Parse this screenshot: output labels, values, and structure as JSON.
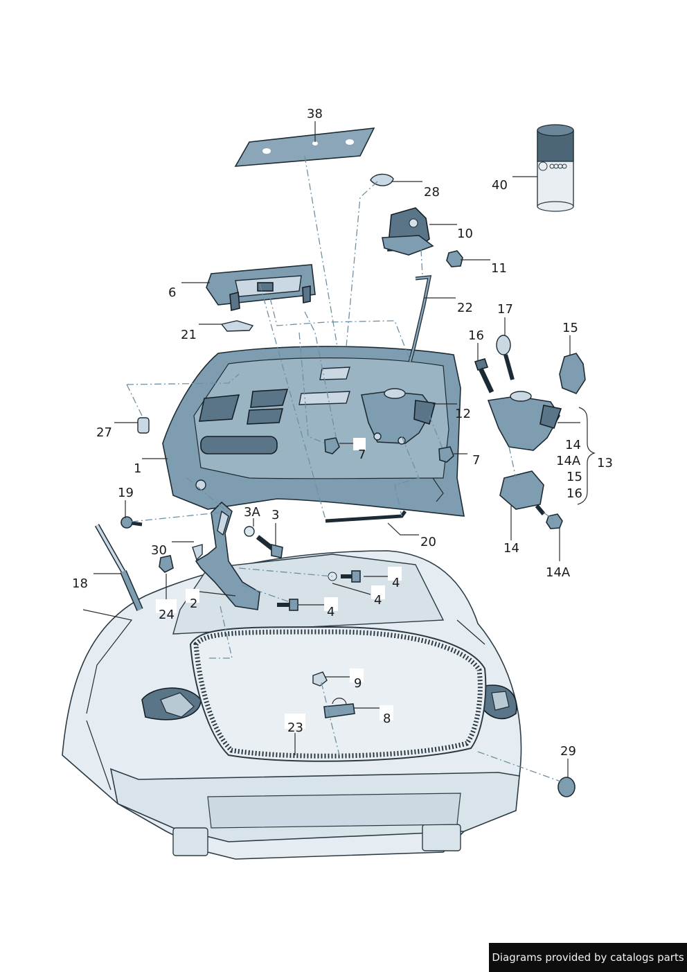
{
  "credit": "Diagrams provided by catalogs parts",
  "callouts": [
    {
      "id": "38",
      "label": "38"
    },
    {
      "id": "28",
      "label": "28"
    },
    {
      "id": "40",
      "label": "40"
    },
    {
      "id": "10",
      "label": "10"
    },
    {
      "id": "11",
      "label": "11"
    },
    {
      "id": "6",
      "label": "6"
    },
    {
      "id": "22",
      "label": "22"
    },
    {
      "id": "21",
      "label": "21"
    },
    {
      "id": "17",
      "label": "17"
    },
    {
      "id": "15",
      "label": "15"
    },
    {
      "id": "16a",
      "label": "16"
    },
    {
      "id": "12",
      "label": "12"
    },
    {
      "id": "27",
      "label": "27"
    },
    {
      "id": "7a",
      "label": "7"
    },
    {
      "id": "7b",
      "label": "7"
    },
    {
      "id": "14a",
      "label": "14"
    },
    {
      "id": "14Aa",
      "label": "14A"
    },
    {
      "id": "15b",
      "label": "15"
    },
    {
      "id": "16b",
      "label": "16"
    },
    {
      "id": "13",
      "label": "13"
    },
    {
      "id": "1",
      "label": "1"
    },
    {
      "id": "19",
      "label": "19"
    },
    {
      "id": "3A",
      "label": "3A"
    },
    {
      "id": "3",
      "label": "3"
    },
    {
      "id": "20",
      "label": "20"
    },
    {
      "id": "14b",
      "label": "14"
    },
    {
      "id": "30",
      "label": "30"
    },
    {
      "id": "14Ab",
      "label": "14A"
    },
    {
      "id": "4a",
      "label": "4"
    },
    {
      "id": "18",
      "label": "18"
    },
    {
      "id": "4b",
      "label": "4"
    },
    {
      "id": "2",
      "label": "2"
    },
    {
      "id": "4c",
      "label": "4"
    },
    {
      "id": "24",
      "label": "24"
    },
    {
      "id": "9",
      "label": "9"
    },
    {
      "id": "8",
      "label": "8"
    },
    {
      "id": "23",
      "label": "23"
    },
    {
      "id": "29",
      "label": "29"
    }
  ]
}
